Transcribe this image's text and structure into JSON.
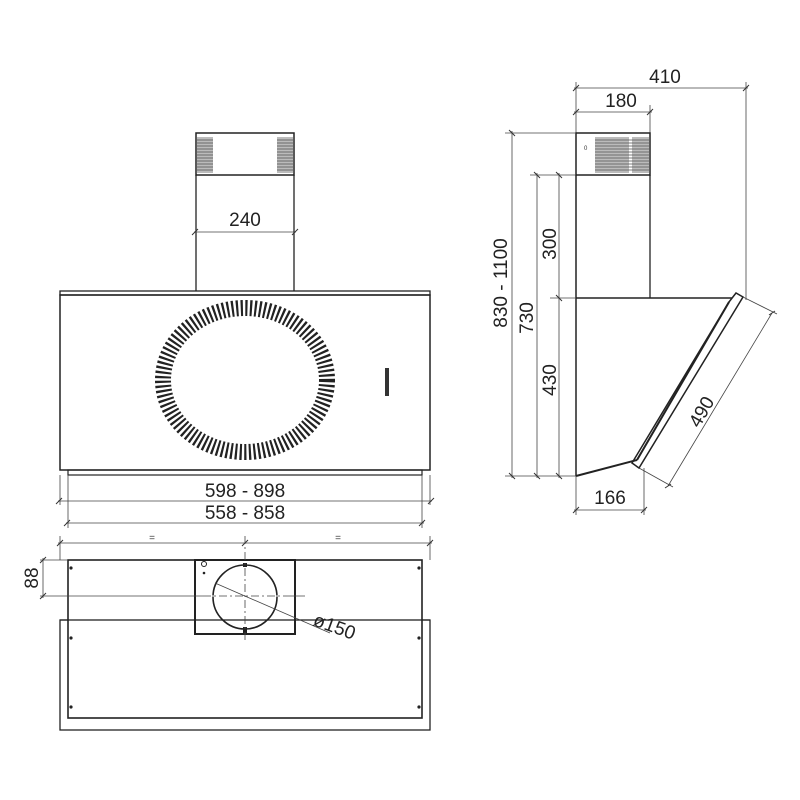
{
  "drawing": {
    "front_view": {
      "chimney_width": "240",
      "width_outer": "598 - 898",
      "width_inner": "558 - 858"
    },
    "top_view": {
      "equal_left": "=",
      "equal_right": "=",
      "outlet_offset": "88",
      "outlet_diameter": "ø150"
    },
    "side_view": {
      "total_depth": "410",
      "chimney_depth": "180",
      "total_height": "830 - 1100",
      "body_height": "730",
      "chimney_height": "300",
      "hood_height": "430",
      "glass_length": "490",
      "bottom_depth": "166"
    }
  },
  "colors": {
    "line": "#222222",
    "background": "#ffffff"
  }
}
